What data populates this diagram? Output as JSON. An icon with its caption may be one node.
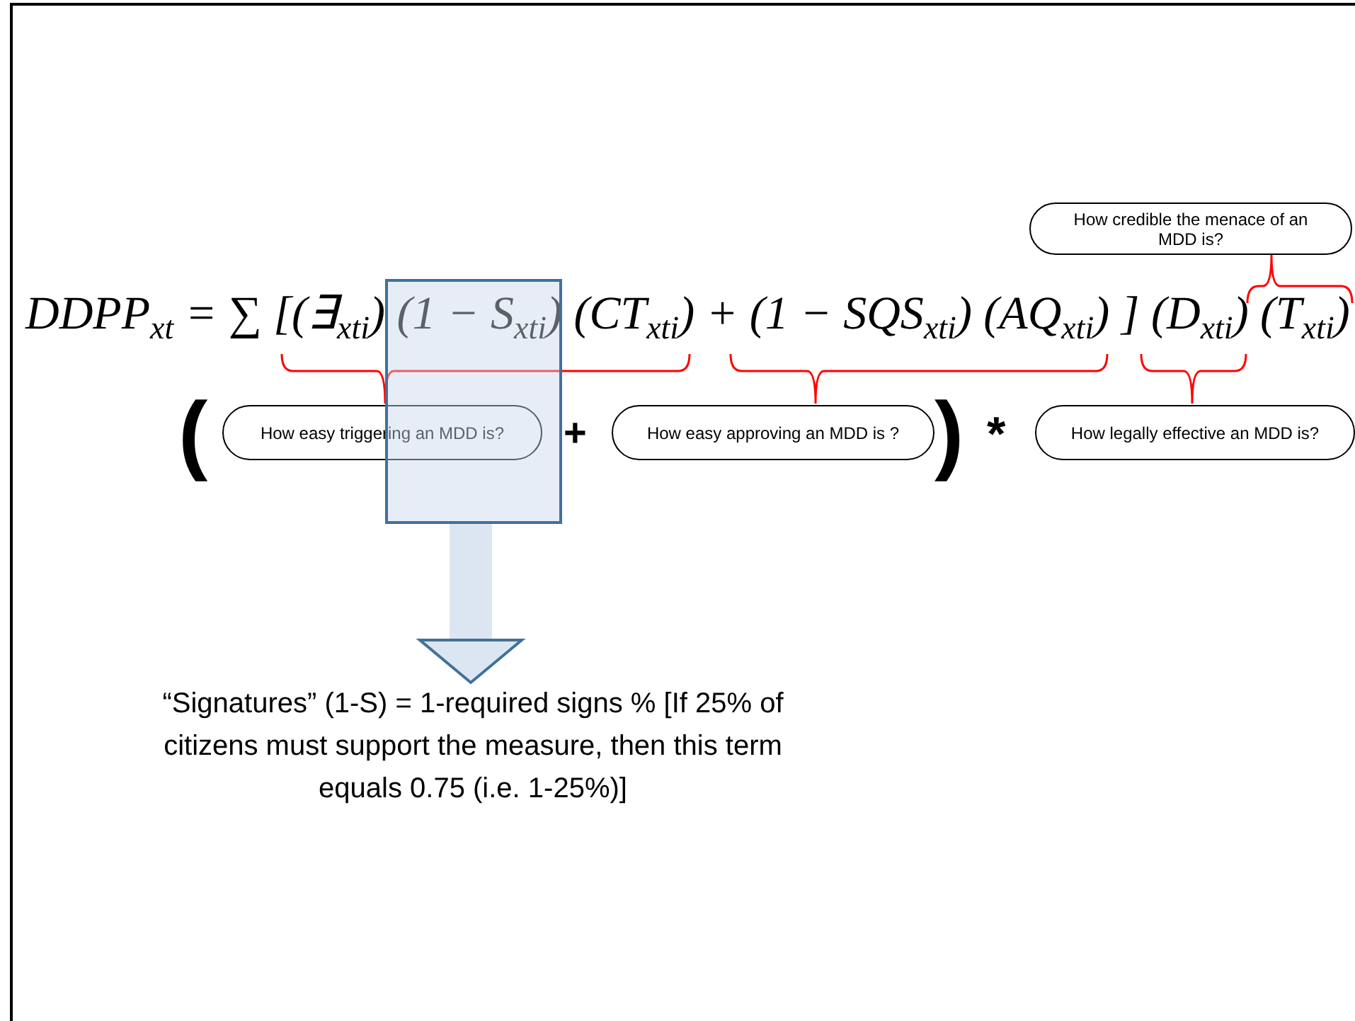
{
  "diagram": {
    "nodes": [
      {
        "text": [
          "How credible the menace of an MDD is?"
        ]
      },
      {
        "text": [
          "How easy triggering an MDD is?"
        ]
      },
      {
        "text": [
          "How easy approving an MDD is ?"
        ]
      },
      {
        "text": [
          "How legally effective an MDD is?"
        ]
      },
      {
        "text": [],
        "shape": "box"
      },
      {
        "text": [
          "“Signatures” (1-S) = 1-required signs % [If 25% of citizens must support the measure, then this term equals 0.75 (i.e. 1-25%)]"
        ]
      }
    ],
    "edges": [
      {
        "from": 4,
        "to": 5,
        "arrow": "to"
      }
    ],
    "labels": [
      "DDPP$_{xt}$ = ∑ [(∃$_{xti}$) (1 − S$_{xti}$) (CT$_{xti}$) + (1 − SQS$_{xti}$) (AQ$_{xti}$) ] (D$_{xti}$) (T$_{xti}$)",
      "(",
      "+",
      ")",
      "*"
    ]
  }
}
